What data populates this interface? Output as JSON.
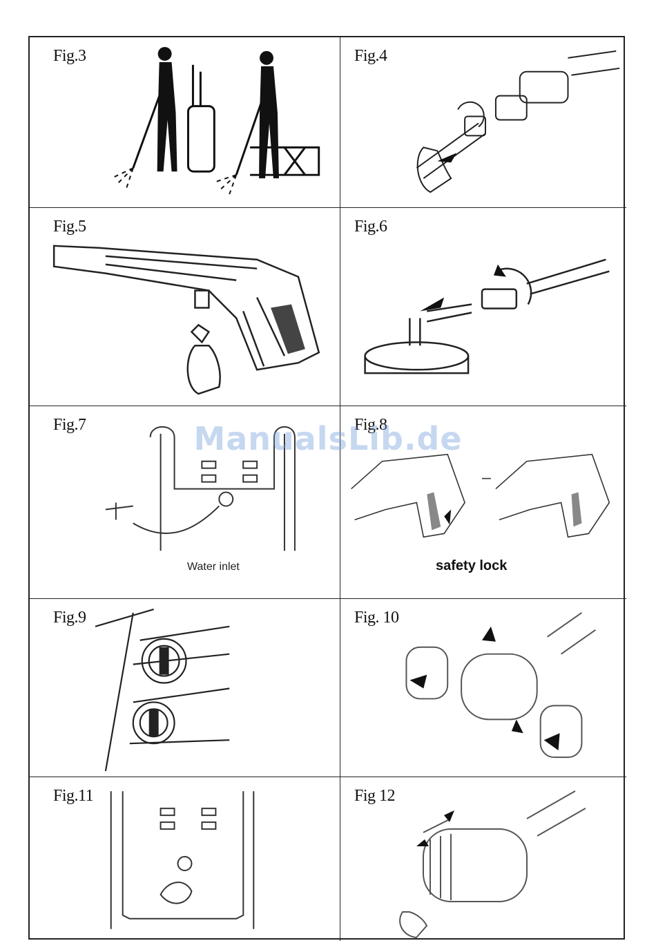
{
  "figures": [
    {
      "label": "Fig.3",
      "icon": "spray-operator-illustration"
    },
    {
      "label": "Fig.4",
      "icon": "hose-connection-illustration"
    },
    {
      "label": "Fig.5",
      "icon": "spray-gun-illustration"
    },
    {
      "label": "Fig.6",
      "icon": "surface-cleaner-illustration"
    },
    {
      "label": "Fig.7",
      "icon": "water-inlet-illustration",
      "caption": "Water inlet"
    },
    {
      "label": "Fig.8",
      "icon": "trigger-lock-illustration",
      "caption": "safety lock"
    },
    {
      "label": "Fig.9",
      "icon": "switch-knob-illustration"
    },
    {
      "label": "Fig. 10",
      "icon": "nozzle-swap-illustration"
    },
    {
      "label": "Fig.11",
      "icon": "inlet-cleaning-illustration"
    },
    {
      "label": "Fig 12",
      "icon": "nozzle-adjust-illustration"
    }
  ],
  "watermark": "ManualsLib.de",
  "colors": {
    "line": "#222222",
    "watermark": "#78a0dc"
  }
}
